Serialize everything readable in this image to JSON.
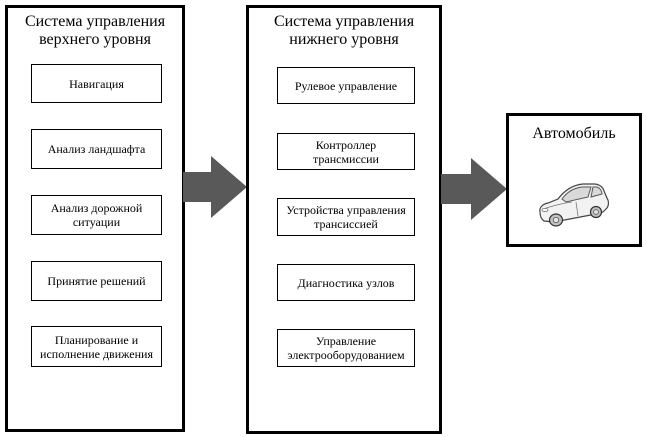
{
  "upper_system": {
    "title_line1": "Система управления",
    "title_line2": "верхнего уровня",
    "modules": [
      {
        "line1": "Навигация",
        "line2": ""
      },
      {
        "line1": "Анализ ландшафта",
        "line2": ""
      },
      {
        "line1": "Анализ дорожной",
        "line2": "ситуации"
      },
      {
        "line1": "Принятие решений",
        "line2": ""
      },
      {
        "line1": "Планирование и",
        "line2": "исполнение движения"
      }
    ]
  },
  "lower_system": {
    "title_line1": "Система управления",
    "title_line2": "нижнего уровня",
    "modules": [
      {
        "line1": "Рулевое управление",
        "line2": ""
      },
      {
        "line1": "Контроллер",
        "line2": "трансмиссии"
      },
      {
        "line1": "Устройства управления",
        "line2": "трансиссией"
      },
      {
        "line1": "Диагностика узлов",
        "line2": ""
      },
      {
        "line1": "Управление",
        "line2": "электрооборудованием"
      }
    ]
  },
  "vehicle": {
    "title": "Автомобиль",
    "icon": "car-icon"
  },
  "colors": {
    "border": "#000000",
    "arrow": "#595959",
    "background": "#ffffff"
  }
}
